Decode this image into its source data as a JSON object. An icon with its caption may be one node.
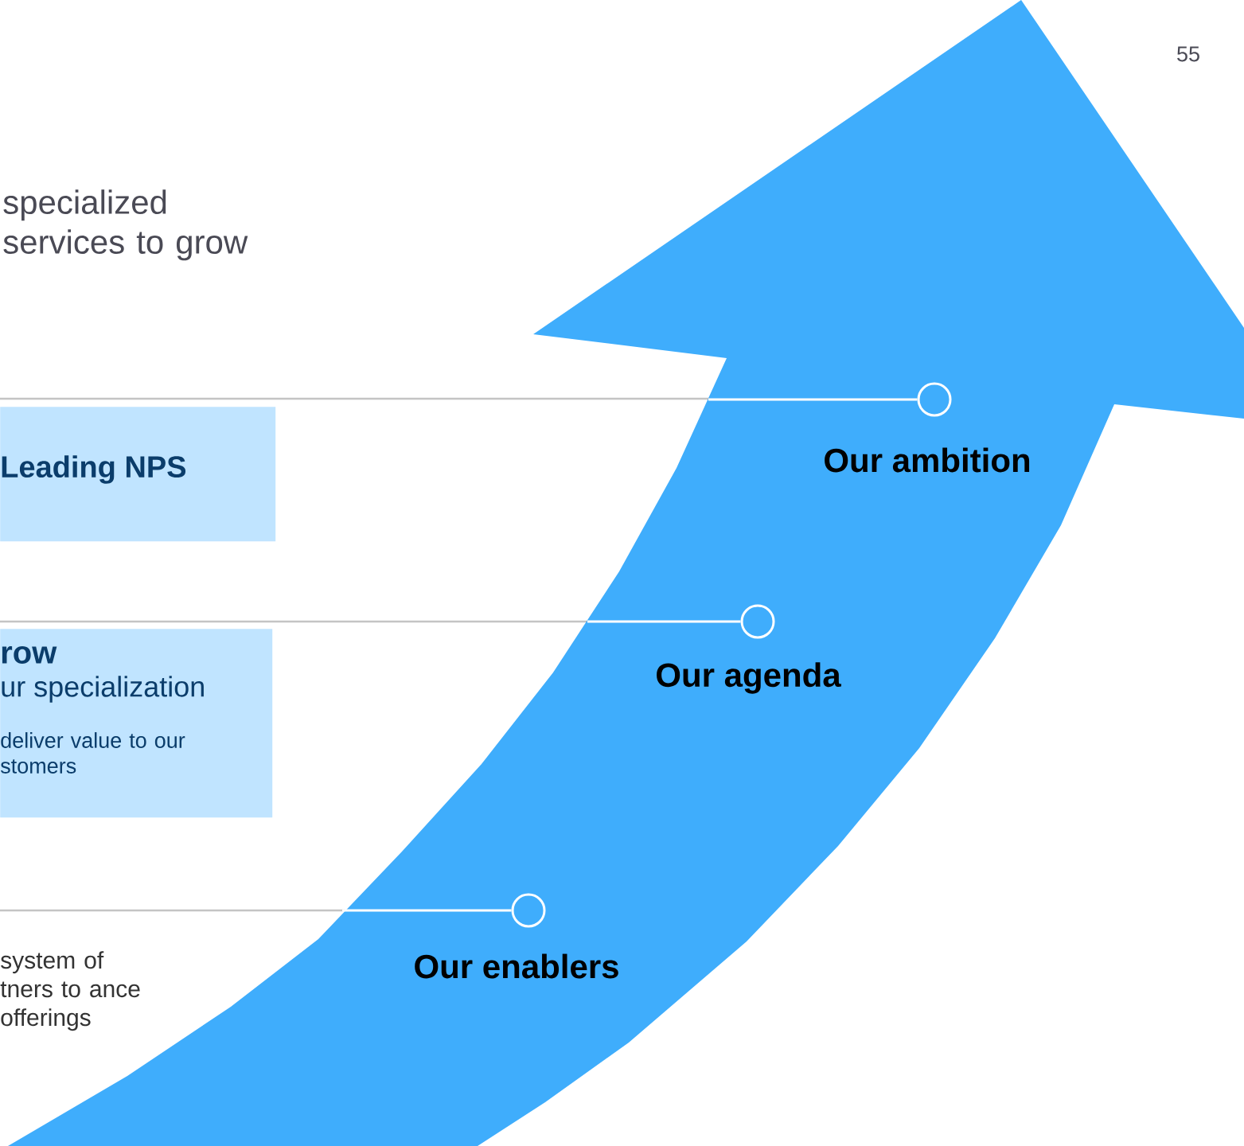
{
  "diagram": {
    "nodes": [
      {
        "text": [
          "Leading NPS"
        ]
      },
      {
        "text": [],
        "shape": "circle",
        "beside": [
          "Our ambition"
        ]
      },
      {
        "text": [
          "row",
          "ur specialization",
          "deliver value to our stomers"
        ]
      },
      {
        "text": [],
        "shape": "circle",
        "beside": [
          "Our agenda"
        ]
      },
      {
        "text": [],
        "shape": "circle",
        "beside": [
          "Our enablers"
        ]
      }
    ],
    "edges": [
      {
        "from": null,
        "to": 1,
        "arrow": "none"
      },
      {
        "from": null,
        "to": 3,
        "arrow": "none"
      },
      {
        "from": null,
        "to": 4,
        "arrow": "none"
      }
    ],
    "labels": [
      "55",
      "specialized services to grow",
      "system of tners to ance offerings"
    ]
  }
}
